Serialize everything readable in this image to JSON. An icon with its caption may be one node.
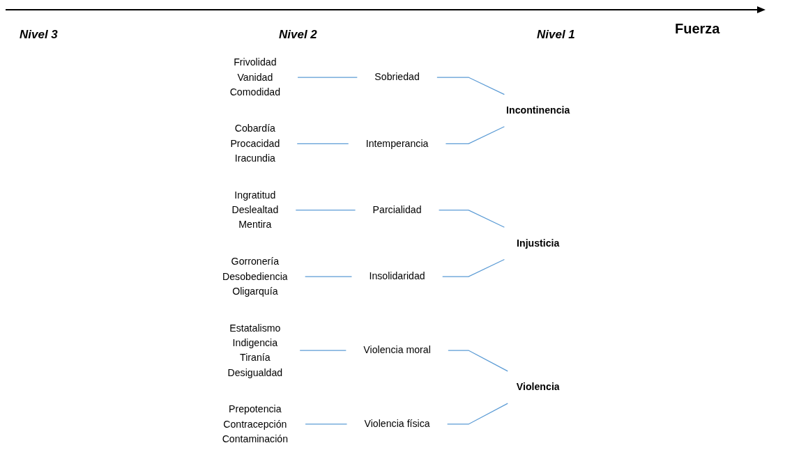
{
  "diagram": {
    "nodes": [
      {
        "text": [
          "Frivolidad",
          "Vanidad",
          "Comodidad"
        ]
      },
      {
        "text": [
          "Sobriedad"
        ]
      },
      {
        "text": [
          "Cobardía",
          "Procacidad",
          "Iracundia"
        ]
      },
      {
        "text": [
          "Intemperancia"
        ]
      },
      {
        "text": [
          "Incontinencia"
        ]
      },
      {
        "text": [
          "Ingratitud",
          "Deslealtad",
          "Mentira"
        ]
      },
      {
        "text": [
          "Parcialidad"
        ]
      },
      {
        "text": [
          "Gorronería",
          "Desobediencia",
          "Oligarquía"
        ]
      },
      {
        "text": [
          "Insolidaridad"
        ]
      },
      {
        "text": [
          "Injusticia"
        ]
      },
      {
        "text": [
          "Estatalismo",
          "Indigencia",
          "Tiranía",
          "Desigualdad"
        ]
      },
      {
        "text": [
          "Violencia moral"
        ]
      },
      {
        "text": [
          "Violencia"
        ]
      },
      {
        "text": [
          "Prepotencia",
          "Contracepción",
          "Contaminación"
        ]
      },
      {
        "text": [
          "Violencia física"
        ]
      }
    ],
    "edges": [
      {
        "from": 0,
        "to": 1,
        "arrow": "none"
      },
      {
        "from": 2,
        "to": 3,
        "arrow": "none"
      },
      {
        "from": 1,
        "to": 4,
        "arrow": "none"
      },
      {
        "from": 3,
        "to": 4,
        "arrow": "none"
      },
      {
        "from": 5,
        "to": 6,
        "arrow": "none"
      },
      {
        "from": 7,
        "to": 8,
        "arrow": "none"
      },
      {
        "from": 6,
        "to": 9,
        "arrow": "none"
      },
      {
        "from": 8,
        "to": 9,
        "arrow": "none"
      },
      {
        "from": 10,
        "to": 11,
        "arrow": "none"
      },
      {
        "from": 13,
        "to": 14,
        "arrow": "none"
      },
      {
        "from": 11,
        "to": 12,
        "arrow": "none"
      },
      {
        "from": 14,
        "to": 12,
        "arrow": "none"
      }
    ],
    "labels": [
      "Nivel 3",
      "Nivel 2",
      "Nivel 1",
      "Fuerza"
    ]
  }
}
